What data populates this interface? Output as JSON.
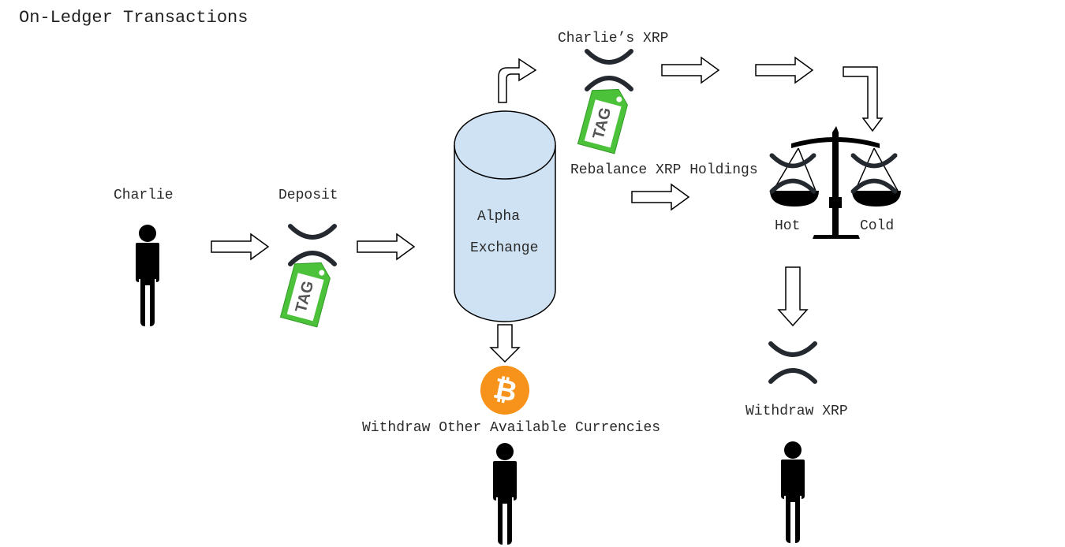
{
  "title": "On-Ledger Transactions",
  "labels": {
    "charlie": "Charlie",
    "deposit": "Deposit",
    "exchange_line1": "Alpha",
    "exchange_line2": "Exchange",
    "charlies_xrp": "Charlie’s XRP",
    "rebalance": "Rebalance XRP Holdings",
    "hot": "Hot",
    "cold": "Cold",
    "withdraw_other": "Withdraw Other Available Currencies",
    "withdraw_xrp": "Withdraw XRP"
  },
  "tag_text": "TAG",
  "bitcoin_symbol": "₿",
  "colors": {
    "cylinder_fill": "#cfe2f3",
    "tag_green": "#4cc23a",
    "bitcoin_orange": "#f7931a",
    "xrp_dark": "#23292f",
    "person": "#000000"
  }
}
